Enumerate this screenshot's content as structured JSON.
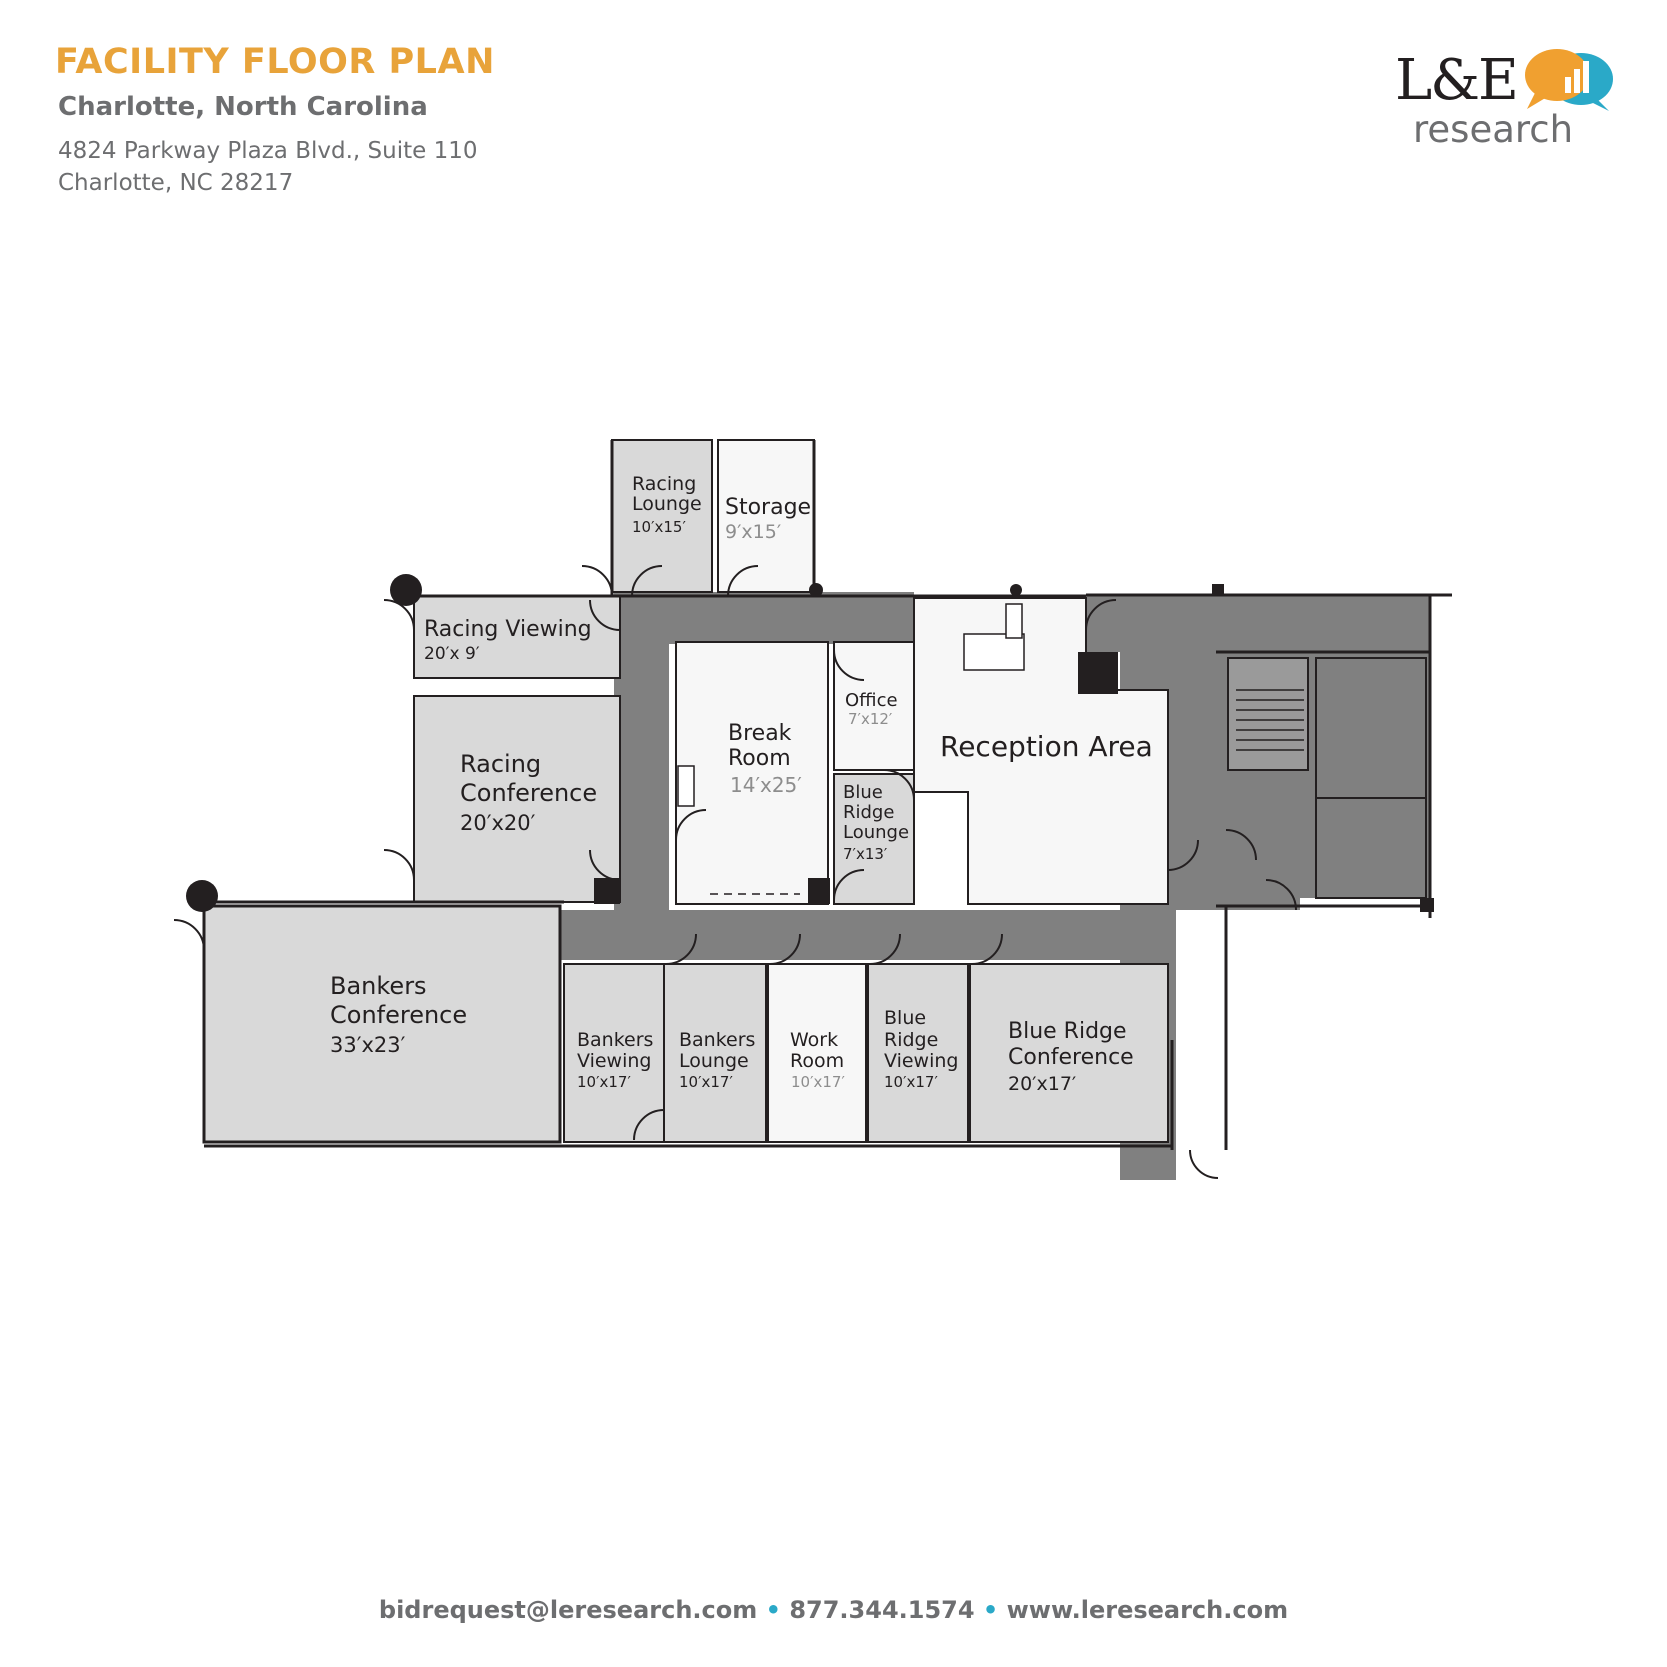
{
  "header": {
    "title": "FACILITY FLOOR PLAN",
    "subtitle": "Charlotte, North Carolina",
    "address_line1": "4824 Parkway Plaza Blvd., Suite 110",
    "address_line2": "Charlotte, NC 28217"
  },
  "logo": {
    "main": "L&E",
    "sub": "research",
    "colors": {
      "orange": "#F0A030",
      "blue": "#2AA9C8"
    }
  },
  "rooms": {
    "racing_lounge": {
      "lines": [
        "Racing",
        "Lounge"
      ],
      "dim": "10′x15′"
    },
    "storage": {
      "lines": [
        "Storage"
      ],
      "dim": "9′x15′"
    },
    "racing_viewing": {
      "lines": [
        "Racing Viewing"
      ],
      "dim": "20′x 9′"
    },
    "racing_conference": {
      "lines": [
        "Racing",
        "Conference"
      ],
      "dim": "20′x20′"
    },
    "break_room": {
      "lines": [
        "Break",
        "Room"
      ],
      "dim": "14′x25′"
    },
    "office": {
      "lines": [
        "Office"
      ],
      "dim": "7′x12′"
    },
    "blue_ridge_lounge": {
      "lines": [
        "Blue",
        "Ridge",
        "Lounge"
      ],
      "dim": "7′x13′"
    },
    "reception": {
      "lines": [
        "Reception Area"
      ]
    },
    "bankers_conference": {
      "lines": [
        "Bankers",
        "Conference"
      ],
      "dim": "33′x23′"
    },
    "bankers_viewing": {
      "lines": [
        "Bankers",
        "Viewing"
      ],
      "dim": "10′x17′"
    },
    "bankers_lounge": {
      "lines": [
        "Bankers",
        "Lounge"
      ],
      "dim": "10′x17′"
    },
    "work_room": {
      "lines": [
        "Work",
        "Room"
      ],
      "dim": "10′x17′"
    },
    "blue_ridge_viewing": {
      "lines": [
        "Blue",
        "Ridge",
        "Viewing"
      ],
      "dim": "10′x17′"
    },
    "blue_ridge_conference": {
      "lines": [
        "Blue Ridge",
        "Conference"
      ],
      "dim": "20′x17′"
    }
  },
  "colors": {
    "corridor": "#808080",
    "room_gray": "#d9d9d9",
    "room_white": "#f7f7f7",
    "wall": "#231f20",
    "title_orange": "#E8A33A",
    "text_gray": "#6d6e70",
    "accent_blue": "#2AA9C8"
  },
  "footer": {
    "email": "bidrequest@leresearch.com",
    "separator": "•",
    "phone": "877.344.1574",
    "website": "www.leresearch.com"
  }
}
